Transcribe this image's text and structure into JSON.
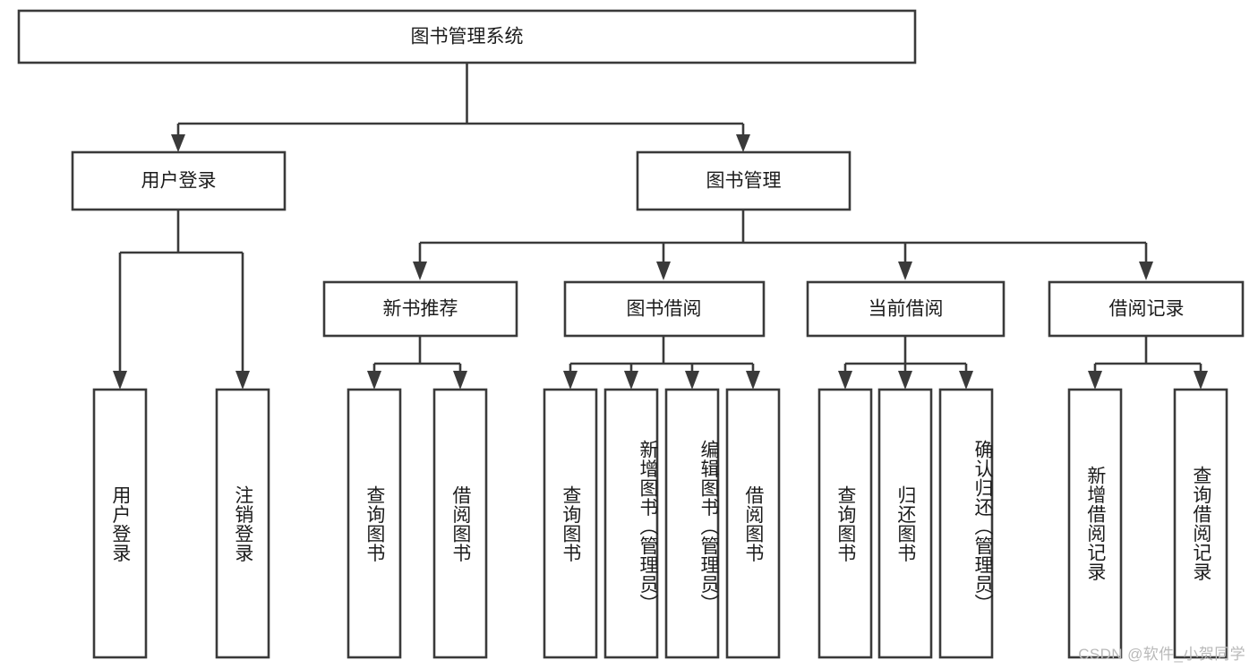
{
  "diagram": {
    "type": "tree-hierarchy",
    "title": "图书管理系统",
    "watermark": "CSDN @软件_小贺同学",
    "colors": {
      "background": "#ffffff",
      "box_stroke": "#3a3a3a",
      "box_fill": "#ffffff",
      "text": "#1c1c1c",
      "watermark": "#b9b9b9"
    },
    "root": {
      "label": "图书管理系统"
    },
    "level2": [
      {
        "label": "用户登录"
      },
      {
        "label": "图书管理"
      }
    ],
    "level3": [
      {
        "label": "新书推荐"
      },
      {
        "label": "图书借阅"
      },
      {
        "label": "当前借阅"
      },
      {
        "label": "借阅记录"
      }
    ],
    "leaves": {
      "user_login": [
        {
          "label": "用户登录"
        },
        {
          "label": "注销登录"
        }
      ],
      "new_book_recommend": [
        {
          "label": "查询图书"
        },
        {
          "label": "借阅图书"
        }
      ],
      "book_borrow": [
        {
          "label": "查询图书"
        },
        {
          "label": "新增图书（管理员）"
        },
        {
          "label": "编辑图书（管理员）"
        },
        {
          "label": "借阅图书"
        }
      ],
      "current_borrow": [
        {
          "label": "查询图书"
        },
        {
          "label": "归还图书"
        },
        {
          "label": "确认归还（管理员）"
        }
      ],
      "borrow_record": [
        {
          "label": "新增借阅记录"
        },
        {
          "label": "查询借阅记录"
        }
      ]
    }
  }
}
